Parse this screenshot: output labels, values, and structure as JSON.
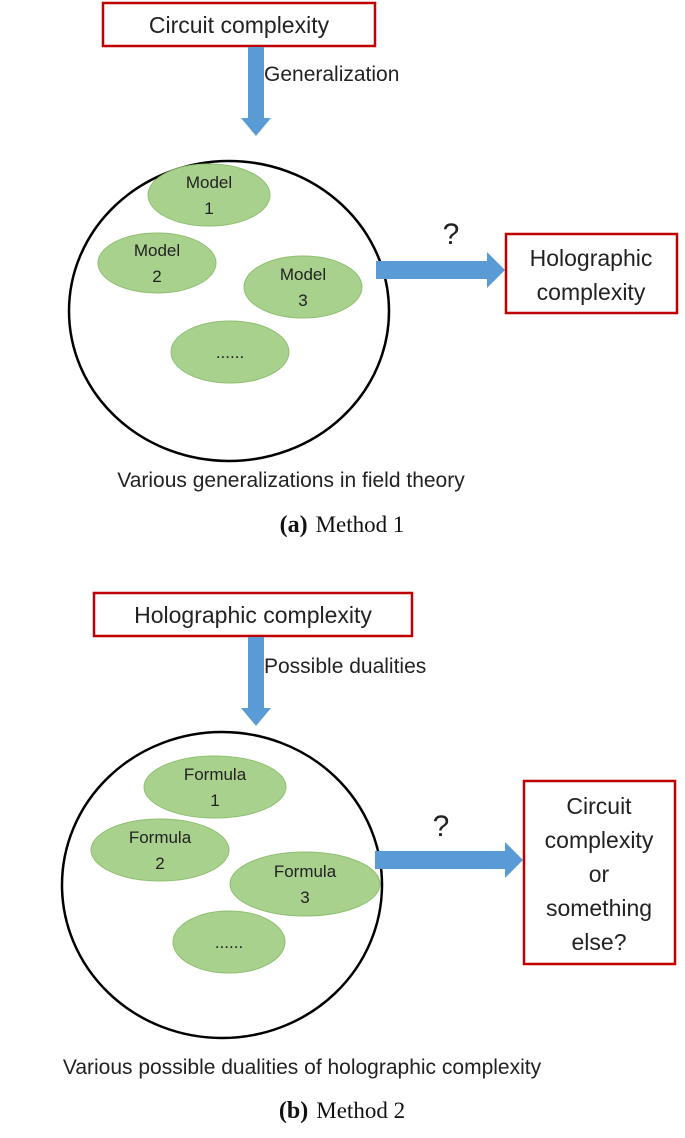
{
  "panel_a": {
    "top_box": "Circuit complexity",
    "down_arrow_label": "Generalization",
    "ellipses": [
      {
        "line1": "Model",
        "line2": "1"
      },
      {
        "line1": "Model",
        "line2": "2"
      },
      {
        "line1": "Model",
        "line2": "3"
      },
      {
        "line1": "......",
        "line2": ""
      }
    ],
    "question": "?",
    "right_box": [
      "Holographic",
      "complexity"
    ],
    "caption": "Various generalizations in field theory",
    "sub_label": "(a)",
    "sub_title": "Method 1"
  },
  "panel_b": {
    "top_box": "Holographic complexity",
    "down_arrow_label": "Possible dualities",
    "ellipses": [
      {
        "line1": "Formula",
        "line2": "1"
      },
      {
        "line1": "Formula",
        "line2": "2"
      },
      {
        "line1": "Formula",
        "line2": "3"
      },
      {
        "line1": "......",
        "line2": ""
      }
    ],
    "question": "?",
    "right_box": [
      "Circuit",
      "complexity",
      "or",
      "something",
      "else?"
    ],
    "caption": "Various possible dualities of holographic complexity",
    "sub_label": "(b)",
    "sub_title": "Method 2"
  },
  "colors": {
    "box_border": "#c00000",
    "arrow": "#5b9bd5",
    "ellipse_fill": "#a9d18e",
    "ellipse_stroke": "#8fbf70",
    "circle_stroke": "#000000"
  }
}
